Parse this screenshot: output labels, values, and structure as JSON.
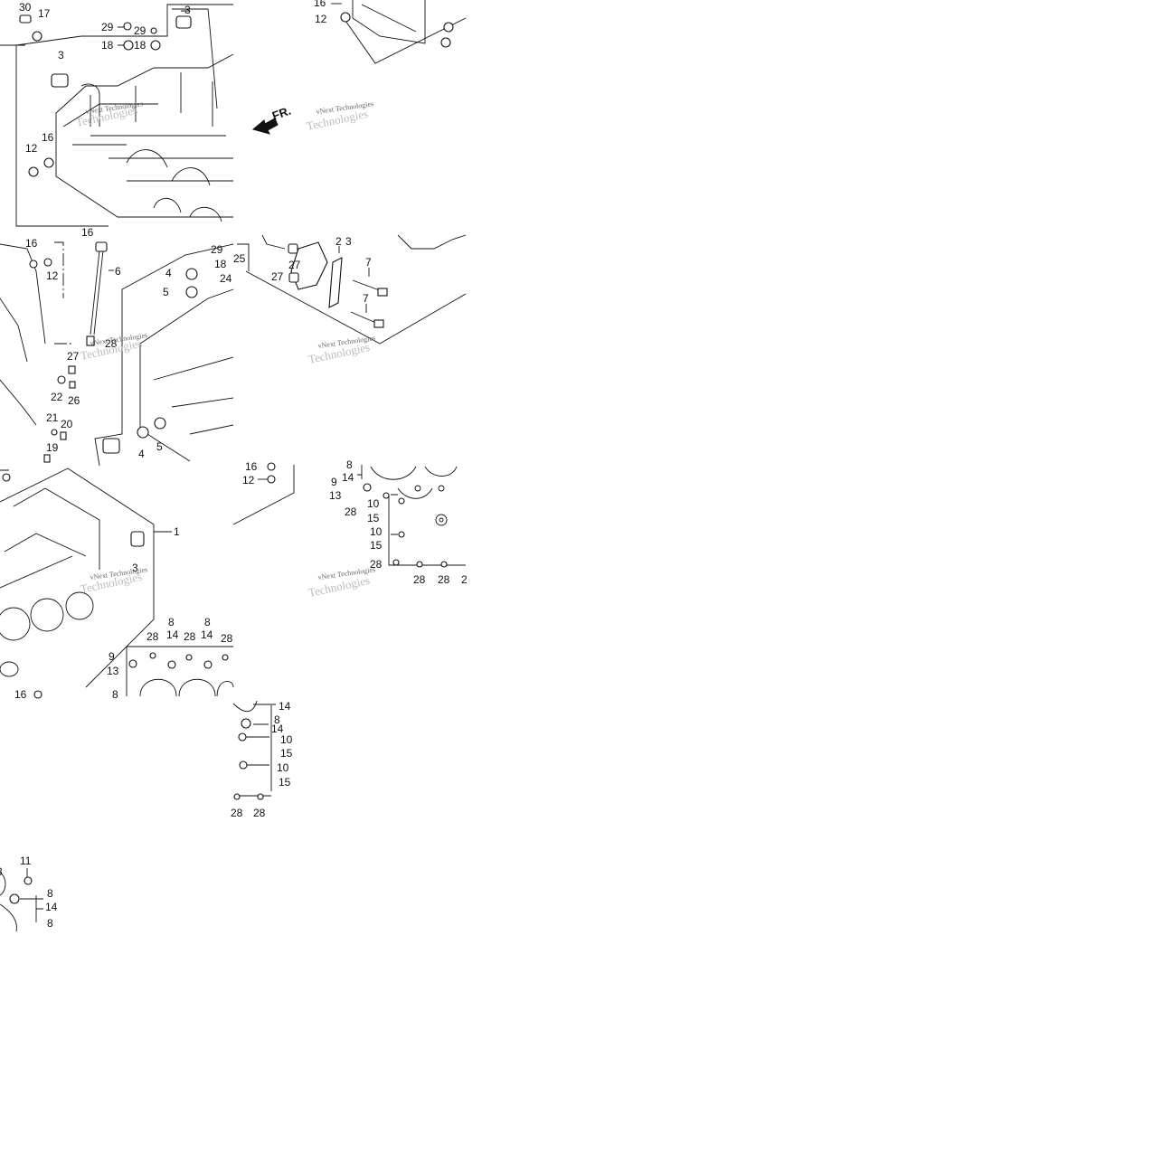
{
  "labels": {
    "t1": [
      "30",
      "17",
      "29",
      "29",
      "18",
      "18",
      "3",
      "3",
      "16",
      "12",
      "16"
    ],
    "t2": [
      "16",
      "12",
      "FR."
    ],
    "t3": [
      "16",
      "12",
      "6",
      "4",
      "5",
      "27",
      "28",
      "22",
      "26",
      "21",
      "20",
      "19",
      "5",
      "4",
      "29",
      "18",
      "24"
    ],
    "t4": [
      "2",
      "3",
      "27",
      "27",
      "7",
      "7",
      "25"
    ],
    "t5": [
      "1",
      "3",
      "28",
      "8",
      "14",
      "28",
      "8",
      "14",
      "28",
      "9",
      "13",
      "8",
      "16"
    ],
    "t6": [
      "16",
      "12",
      "8",
      "14",
      "9",
      "13",
      "28",
      "10",
      "15",
      "10",
      "15",
      "28",
      "28",
      "28",
      "2"
    ],
    "t7": [
      "14",
      "8",
      "14",
      "10",
      "15",
      "10",
      "15",
      "28",
      "28"
    ],
    "t8": [
      "11",
      "8",
      "14",
      "8",
      "3"
    ]
  },
  "watermark": {
    "brand": "vNext Technologies",
    "ghost": "Technologies"
  }
}
